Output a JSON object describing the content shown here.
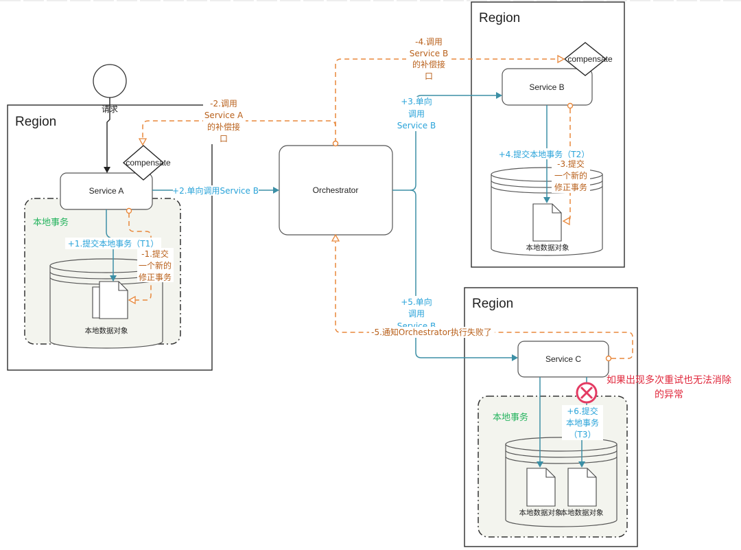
{
  "start_node": {
    "label": "请求"
  },
  "regions": [
    {
      "title": "Region"
    },
    {
      "title": "Region"
    },
    {
      "title": "Region"
    }
  ],
  "orchestrator": {
    "label": "Orchestrator"
  },
  "services": [
    {
      "label": "Service A"
    },
    {
      "label": "Service B"
    },
    {
      "label": "Service C"
    }
  ],
  "compensate_nodes": [
    {
      "label": "compensate"
    },
    {
      "label": "compensate"
    }
  ],
  "local_transactions": [
    {
      "label": "本地事务"
    },
    {
      "label": "本地事务"
    }
  ],
  "data_stores": [
    {
      "objects": [
        "本地数据对象"
      ]
    },
    {
      "objects": [
        "本地数据对象"
      ]
    },
    {
      "objects": [
        "本地数据对象",
        "本地数据对象"
      ]
    }
  ],
  "forward_steps": [
    {
      "lines": [
        "+1.提交本地事务（T1）"
      ]
    },
    {
      "lines": [
        "+2.单向调用Service B"
      ]
    },
    {
      "lines": [
        "+3.单向",
        "调用",
        "Service B"
      ]
    },
    {
      "lines": [
        "+4.提交本地事务（T2）"
      ]
    },
    {
      "lines": [
        "+5.单向",
        "调用",
        "Service B"
      ]
    },
    {
      "lines": [
        "+6.提交",
        "本地事务",
        "（T3）"
      ]
    }
  ],
  "compensation_steps": [
    {
      "lines": [
        "-1.提交",
        "一个新的",
        "修正事务"
      ]
    },
    {
      "lines": [
        "-2.调用",
        "Service A",
        "的补偿接",
        "口"
      ]
    },
    {
      "lines": [
        "-3.提交",
        "一个新的",
        "修正事务"
      ]
    },
    {
      "lines": [
        "-4.调用",
        "Service B",
        "的补偿接",
        "口"
      ]
    },
    {
      "lines": [
        "-5.通知Orchestrator执行失败了"
      ]
    }
  ],
  "failure": {
    "icon": "error-x-icon",
    "lines": [
      "如果出现多次重试也无法消除",
      "的异常"
    ]
  },
  "colors": {
    "forward_line": "#3c8fa5",
    "forward_text": "#29a3d9",
    "compensation_line": "#e8873a",
    "compensation_text": "#b9611c",
    "local_transaction_text": "#25b35e",
    "failure": "#e0283c"
  }
}
